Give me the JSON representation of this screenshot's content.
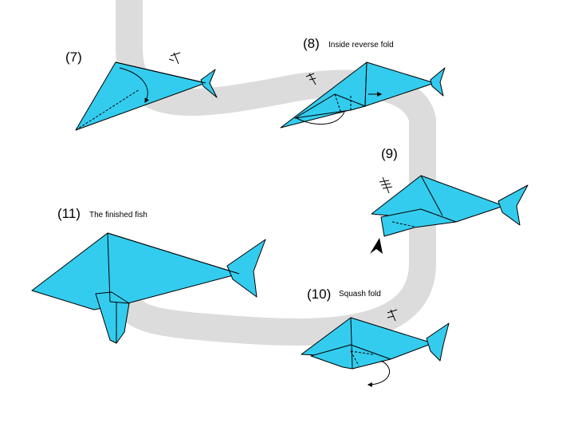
{
  "colors": {
    "paper": "#33ccee",
    "path": "#dcdcdc",
    "outline": "#000000"
  },
  "steps": [
    {
      "number": "(7)",
      "caption": ""
    },
    {
      "number": "(8)",
      "caption": "Inside reverse fold"
    },
    {
      "number": "(9)",
      "caption": ""
    },
    {
      "number": "(10)",
      "caption": "Squash fold"
    },
    {
      "number": "(11)",
      "caption": "The finished fish"
    }
  ],
  "icons": [
    "valley-fold-arrow-icon",
    "mountain-fold-symbol-icon",
    "turn-over-symbol-icon",
    "push-arrow-icon"
  ]
}
